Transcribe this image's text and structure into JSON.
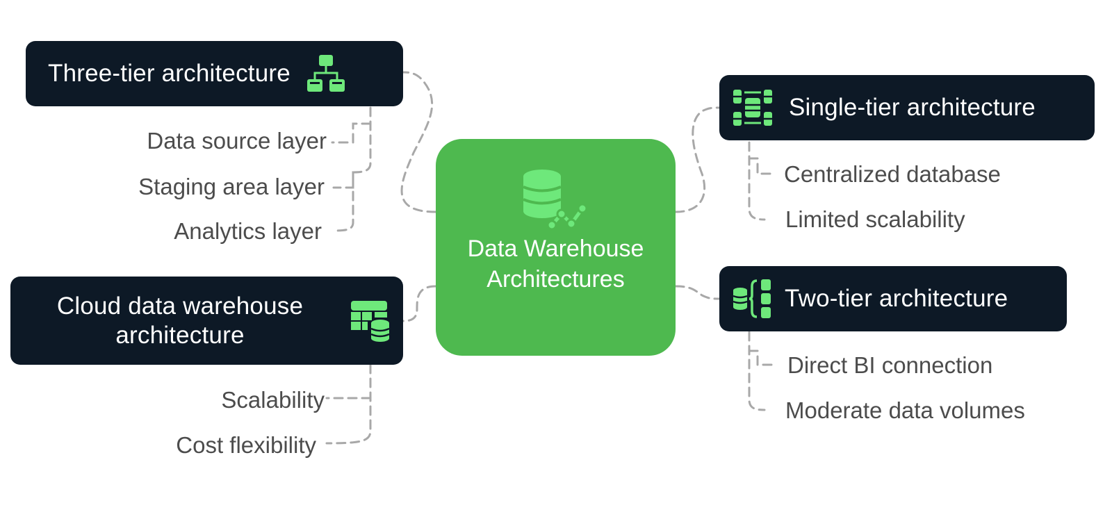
{
  "center": {
    "title": "Data Warehouse Architectures",
    "icon": "database-chart-icon",
    "color": "#4eb94f"
  },
  "colors": {
    "node_bg": "#0d1926",
    "icon_green": "#6ee87b",
    "leaf_text": "#4c4c4c",
    "connector": "#a8a8a8"
  },
  "branches": {
    "three_tier": {
      "title": "Three-tier architecture",
      "icon": "hierarchy-icon",
      "items": [
        "Data source layer",
        "Staging area layer",
        "Analytics layer"
      ]
    },
    "cloud": {
      "title_line1": "Cloud data warehouse",
      "title_line2": "architecture",
      "icon": "table-database-icon",
      "items": [
        "Scalability",
        "Cost flexibility"
      ]
    },
    "single_tier": {
      "title": "Single-tier architecture",
      "icon": "database-cycle-icon",
      "items": [
        "Centralized database",
        "Limited scalability"
      ]
    },
    "two_tier": {
      "title": "Two-tier architecture",
      "icon": "database-split-icon",
      "items": [
        "Direct BI connection",
        "Moderate data volumes"
      ]
    }
  }
}
